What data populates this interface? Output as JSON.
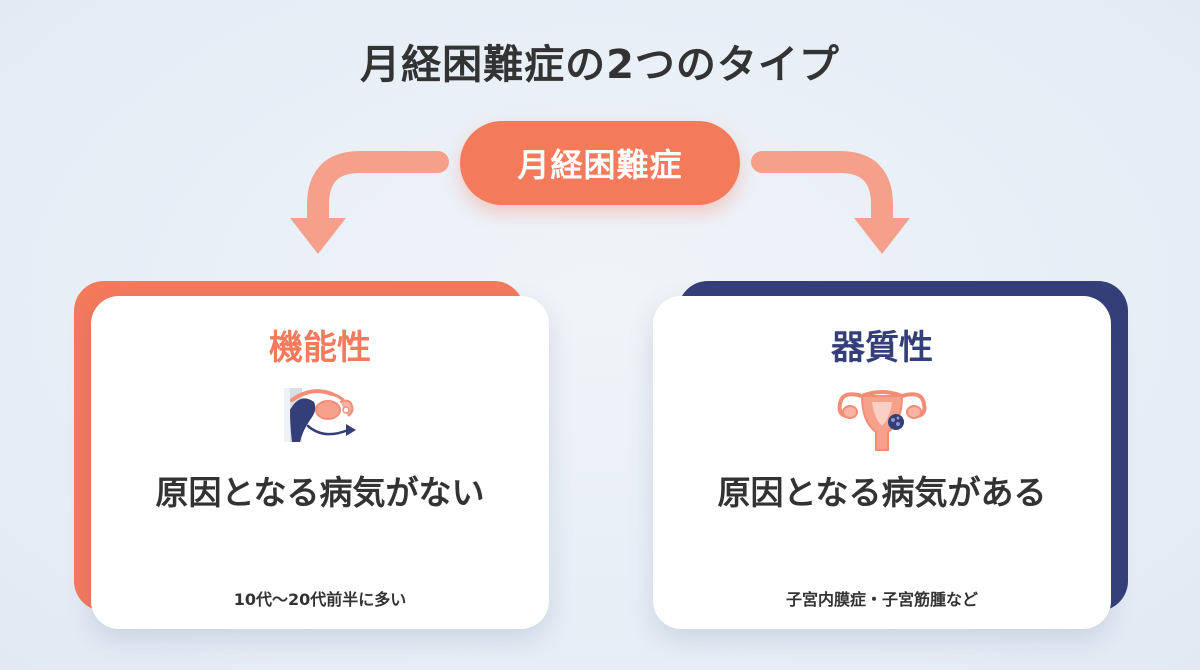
{
  "title": "月経困難症の2つのタイプ",
  "center": {
    "label": "月経困難症"
  },
  "colors": {
    "accent_orange": "#f47a5c",
    "arrow": "#f6a08b",
    "navy": "#343f7a",
    "background": "#e8eef6",
    "text": "#333333"
  },
  "cards": [
    {
      "title": "機能性",
      "icon": "reproductive-organ-flow-icon",
      "main": "原因となる病気がない",
      "note": "10代〜20代前半に多い"
    },
    {
      "title": "器質性",
      "icon": "uterus-with-lesion-icon",
      "main": "原因となる病気がある",
      "note": "子宮内膜症・子宮筋腫など"
    }
  ]
}
